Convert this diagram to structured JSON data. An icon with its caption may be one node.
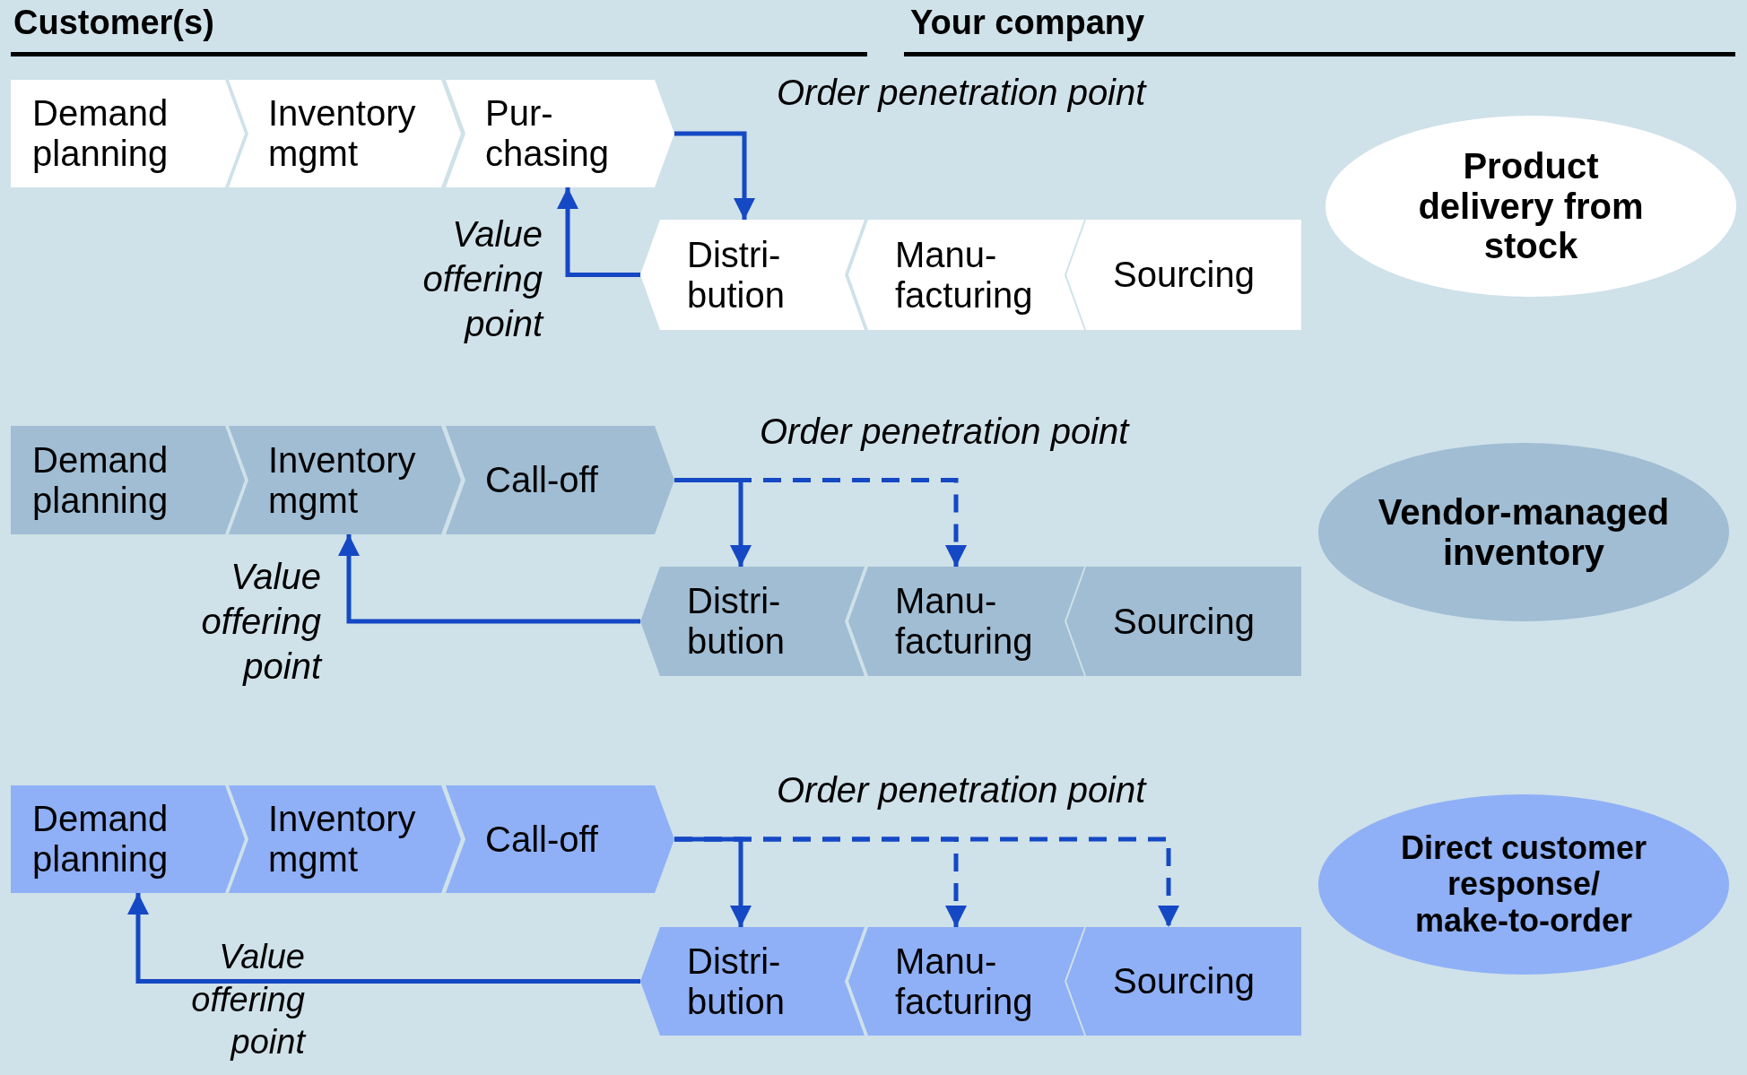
{
  "diagram": {
    "nodes": [
      {
        "text": [
          "Demand planning"
        ]
      },
      {
        "text": [
          "Inventory mgmt"
        ]
      },
      {
        "text": [
          "Pur- chasing"
        ]
      },
      {
        "text": [
          "Distri- bution"
        ]
      },
      {
        "text": [
          "Manu- facturing"
        ]
      },
      {
        "text": [
          "Sourcing"
        ]
      },
      {
        "text": [
          "Product delivery from stock"
        ]
      },
      {
        "text": [
          "Demand planning"
        ]
      },
      {
        "text": [
          "Inventory mgmt"
        ]
      },
      {
        "text": [
          "Call-off"
        ]
      },
      {
        "text": [
          "Distri- bution"
        ]
      },
      {
        "text": [
          "Manu- facturing"
        ]
      },
      {
        "text": [
          "Sourcing"
        ]
      },
      {
        "text": [
          "Vendor-managed inventory"
        ]
      },
      {
        "text": [
          "Demand planning"
        ]
      },
      {
        "text": [
          "Inventory mgmt"
        ]
      },
      {
        "text": [
          "Call-off"
        ]
      },
      {
        "text": [
          "Distri- bution"
        ]
      },
      {
        "text": [
          "Manu- facturing"
        ]
      },
      {
        "text": [
          "Sourcing"
        ]
      },
      {
        "text": [
          "Direct customer response/ make-to-order"
        ]
      }
    ],
    "edges": [
      {
        "from": 2,
        "to": 3,
        "arrow": "to"
      },
      {
        "from": 3,
        "to": 2,
        "arrow": "to"
      },
      {
        "from": 9,
        "to": 10,
        "arrow": "to"
      },
      {
        "from": 9,
        "to": 11,
        "arrow": "to",
        "style": "dashed"
      },
      {
        "from": 10,
        "to": 8,
        "arrow": "to"
      },
      {
        "from": 16,
        "to": 17,
        "arrow": "to"
      },
      {
        "from": 16,
        "to": 18,
        "arrow": "to",
        "style": "dashed"
      },
      {
        "from": 16,
        "to": 19,
        "arrow": "to",
        "style": "dashed"
      },
      {
        "from": 17,
        "to": 14,
        "arrow": "to"
      }
    ],
    "labels": [
      "Customer(s)",
      "Your company",
      "Order penetration point",
      "Value offering point",
      "Order penetration point",
      "Value offering point",
      "Order penetration point",
      "Value offering point"
    ]
  }
}
